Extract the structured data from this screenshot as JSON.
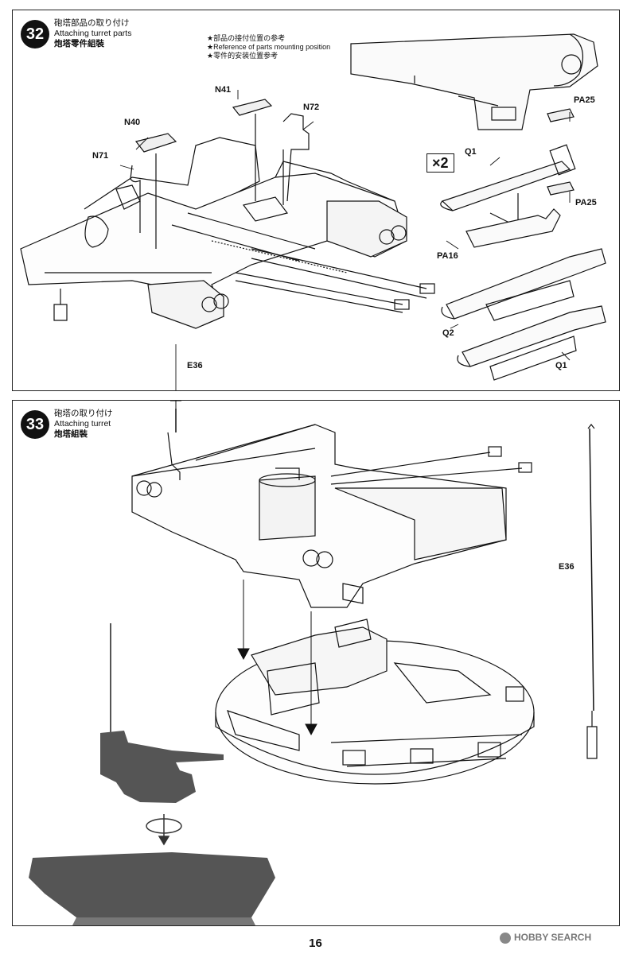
{
  "page": {
    "number": "16"
  },
  "watermark": {
    "text": "HOBBY SEARCH"
  },
  "step32": {
    "number": "32",
    "title_jp": "砲塔部品の取り付け",
    "title_en": "Attaching turret parts",
    "title_cn": "炮塔零件組裝",
    "note_jp": "★部品の接付位置の参考",
    "note_en": "★Reference of parts mounting position",
    "note_cn": "★零件的安装位置参考",
    "quantity": "×2",
    "labels": {
      "n41": "N41",
      "n72": "N72",
      "n40": "N40",
      "n71": "N71",
      "pa25_top": "PA25",
      "q1_top": "Q1",
      "pa25_bottom": "PA25",
      "pa16": "PA16",
      "q2": "Q2",
      "q1_bottom": "Q1"
    }
  },
  "step33": {
    "number": "33",
    "title_jp": "砲塔の取り付け",
    "title_en": "Attaching turret",
    "title_cn": "炮塔組裝",
    "labels": {
      "e36_top": "E36",
      "e36_right": "E36"
    }
  },
  "colors": {
    "ink": "#111111",
    "silhouette": "#555555",
    "paper": "#ffffff"
  }
}
